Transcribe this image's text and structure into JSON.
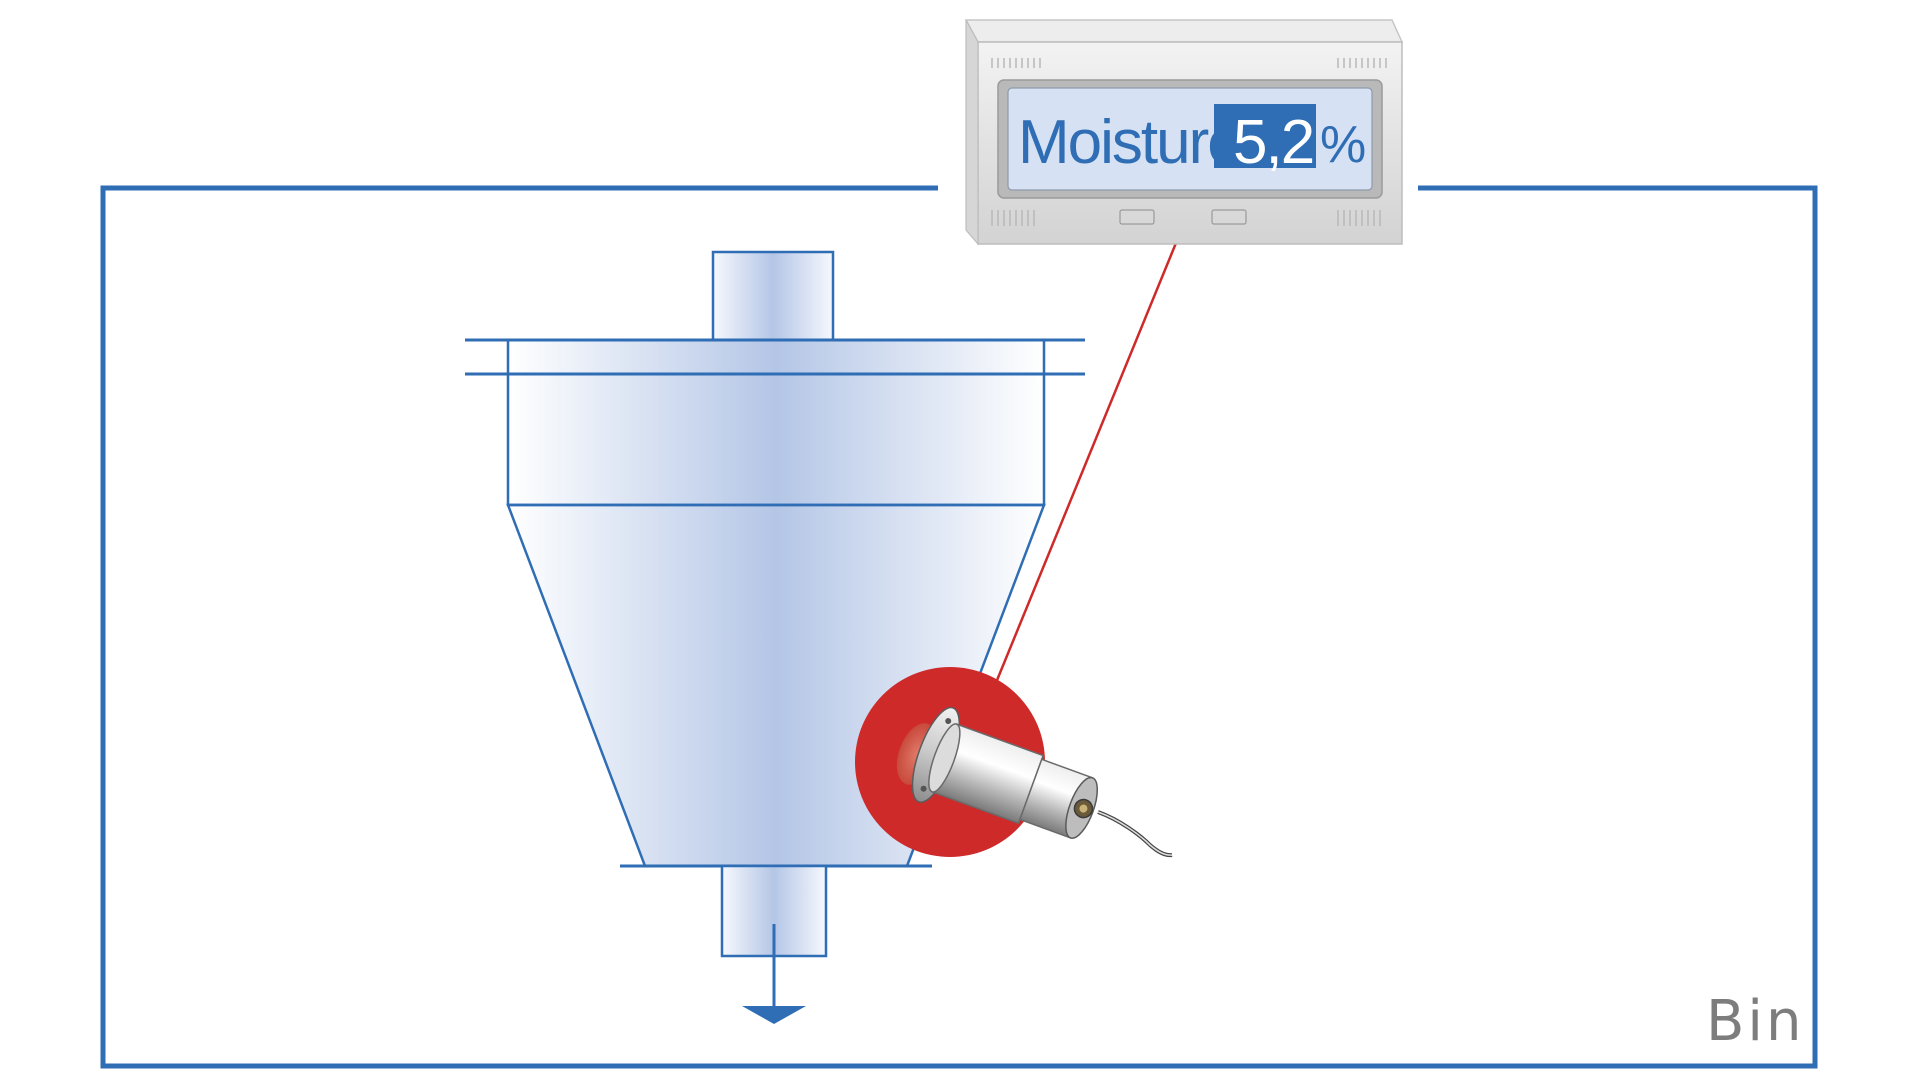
{
  "display": {
    "label": "Moisture",
    "value": "5,2",
    "unit": "%"
  },
  "bin": {
    "label": "Bin"
  },
  "colors": {
    "frame_blue": "#2f6db5",
    "tank_fill_center": "#b4c6e6",
    "display_value_bg": "#2f6db5",
    "sensor_highlight": "#cf2a2a",
    "signal_line": "#cf2a2a",
    "bin_label": "#7d7d7d"
  },
  "icons": {
    "display_unit": "moisture-display-panel-icon",
    "sensor": "moisture-sensor-probe-icon",
    "outlet_arrow": "arrow-down-icon"
  }
}
